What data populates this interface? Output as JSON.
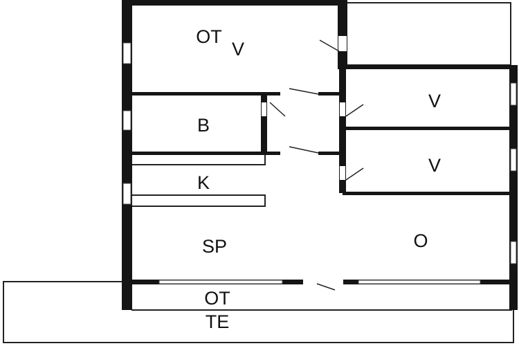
{
  "floor_plan": {
    "colors": {
      "wall": "#151515",
      "thin_line": "#222222",
      "background": "#ffffff",
      "window": "#ffffff"
    },
    "rooms": {
      "ot_upper": "OT",
      "v_upper": "V",
      "b": "B",
      "v_mid": "V",
      "v_lower": "V",
      "k": "K",
      "sp": "SP",
      "o": "O",
      "ot_lower": "OT",
      "te": "TE"
    }
  }
}
